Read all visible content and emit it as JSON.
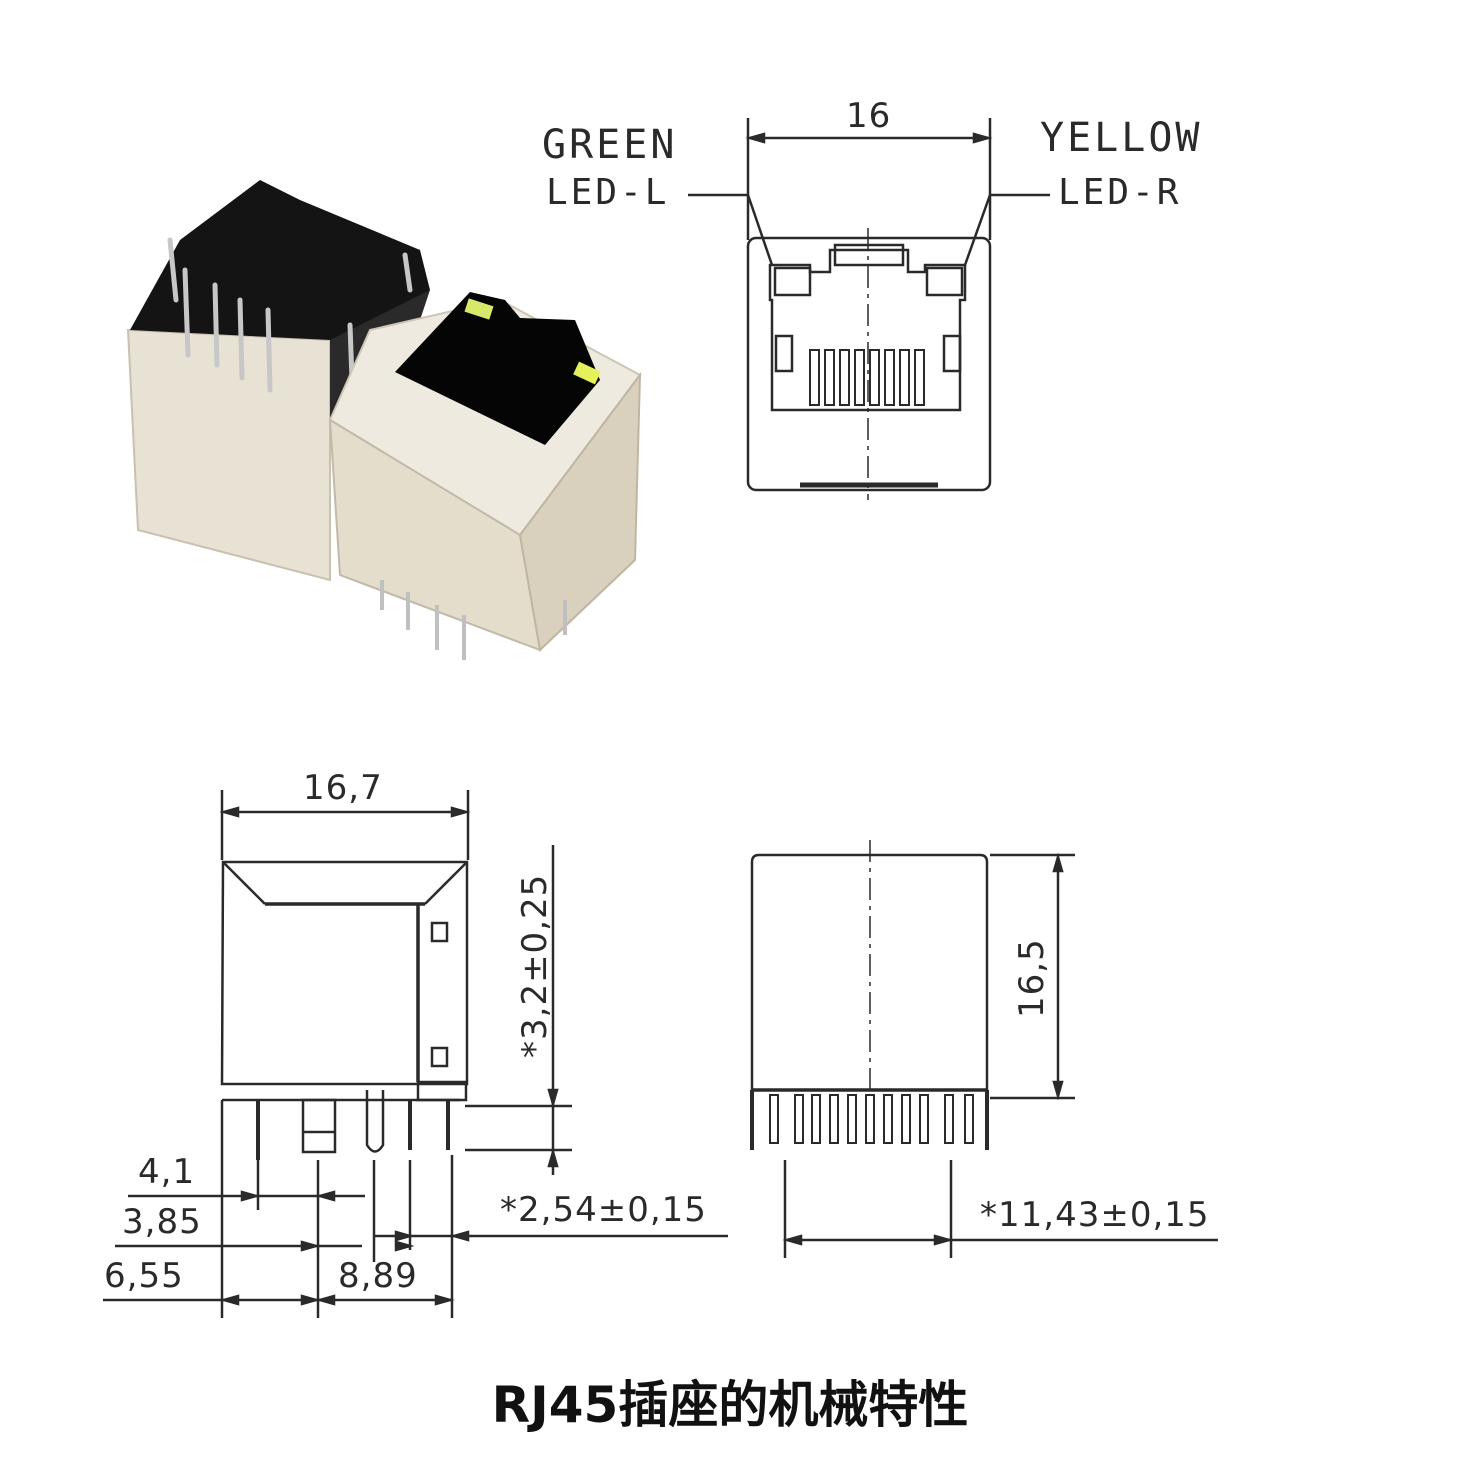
{
  "caption": "RJ45插座的机械特性",
  "product_photo": {
    "description": "Two RJ45 jacks (rear pins view and front port view with green and yellow LEDs)",
    "colors": {
      "shield": "#e9e3d6",
      "housing": "#111111",
      "led_green": "#d8e86a",
      "led_yellow": "#e5f05a"
    }
  },
  "front_view": {
    "width_dim": "16",
    "left_led": {
      "color_label": "GREEN",
      "name_label": "LED-L"
    },
    "right_led": {
      "color_label": "YELLOW",
      "name_label": "LED-R"
    },
    "contacts_count": 8
  },
  "side_view": {
    "width_dim": "16,7",
    "height_dim": "*3,2±0,25",
    "dims": {
      "d1": "4,1",
      "d2": "3,85",
      "d3": "6,55",
      "d4": "8,89",
      "pin_pitch": "*2,54±0,15"
    }
  },
  "rear_view": {
    "height_dim": "16,5",
    "pin_span": "*11,43±0,15"
  },
  "line_color": "#2a2a2a"
}
